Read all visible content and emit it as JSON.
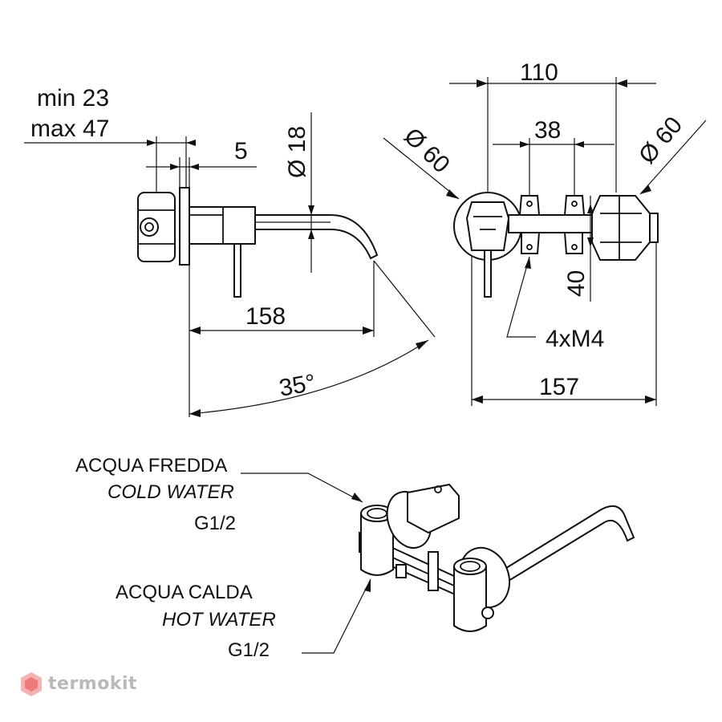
{
  "dimensions": {
    "min_depth": "min 23",
    "max_depth": "max 47",
    "plate_thickness": "5",
    "spout_diameter": "Ø 18",
    "spout_length": "158",
    "swivel_angle": "35°",
    "valve_spacing": "110",
    "plate_diameter_left": "Ø 60",
    "plate_diameter_right": "Ø 60",
    "bracket_spacing": "38",
    "bracket_height": "40",
    "screws": "4xM4",
    "overall_width": "157"
  },
  "labels": {
    "cold_it": "ACQUA FREDDA",
    "cold_en": "COLD WATER",
    "cold_thread": "G1/2",
    "hot_it": "ACQUA CALDA",
    "hot_en": "HOT WATER",
    "hot_thread": "G1/2"
  },
  "brand": {
    "name": "termokit",
    "color": "#b9b9b9",
    "accent": "#f07a7a"
  }
}
